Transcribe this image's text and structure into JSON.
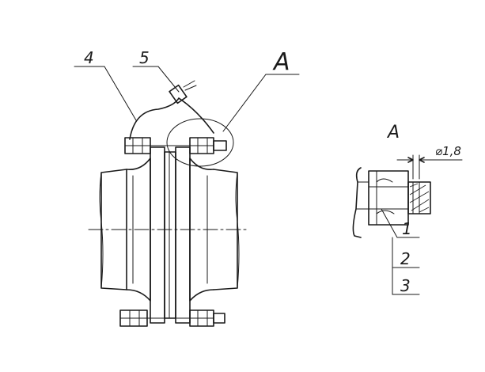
{
  "callouts": {
    "wire": "4",
    "seal": "5",
    "view_marker": "A",
    "part_1": "1",
    "part_2": "2",
    "part_3": "3"
  },
  "detail": {
    "title": "A",
    "diameter": "⌀1,8"
  }
}
